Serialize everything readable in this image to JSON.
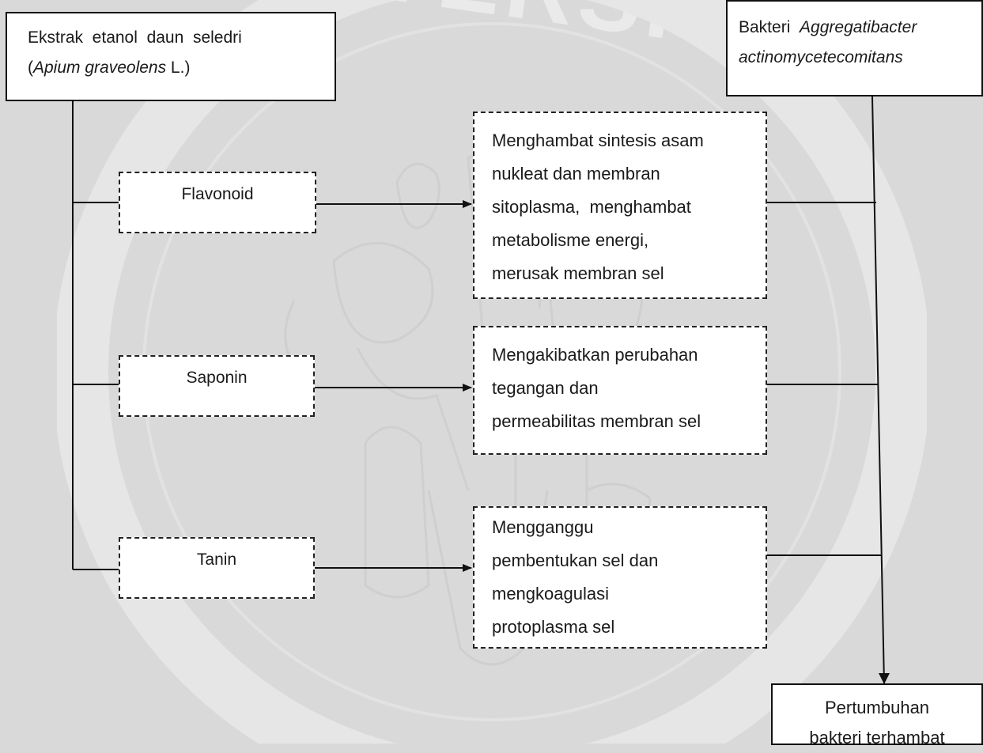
{
  "watermark": {
    "text": "UNIVERSITAS BRAWIJAYA"
  },
  "extract_box": {
    "line1": "Ekstrak  etanol  daun  seledri",
    "line2_open": "(",
    "line2_italic": "Apium graveolens",
    "line2_close": " L.)"
  },
  "bacteria_box": {
    "prefix": "Bakteri ",
    "italic1": "Aggregatibacter",
    "italic2": "actinomycetecomitans"
  },
  "compounds": [
    {
      "label": "Flavonoid"
    },
    {
      "label": "Saponin"
    },
    {
      "label": "Tanin"
    }
  ],
  "effects": [
    {
      "lines": [
        "Menghambat sintesis asam",
        "nukleat dan membran",
        "sitoplasma,  menghambat",
        "metabolisme energi,",
        "merusak membran sel"
      ]
    },
    {
      "lines": [
        "Mengakibatkan perubahan",
        "tegangan dan",
        "permeabilitas membran sel"
      ]
    },
    {
      "lines": [
        "Mengganggu",
        "pembentukan sel dan",
        "mengkoagulasi",
        "protoplasma sel"
      ]
    }
  ],
  "result_box": {
    "line1": "Pertumbuhan",
    "line2": "bakteri terhambat"
  },
  "colors": {
    "background": "#d9d9d9",
    "box_fill": "#ffffff",
    "line": "#111111",
    "watermark": "#eaeaea"
  }
}
